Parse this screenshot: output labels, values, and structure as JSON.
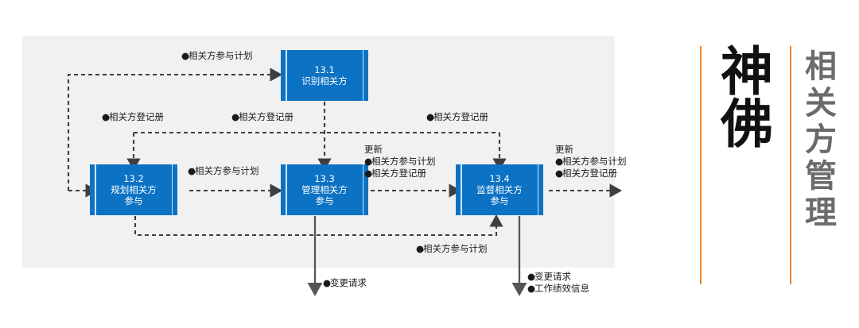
{
  "diagram": {
    "title_panel": {
      "brand": "神佛",
      "subject": "相关方管理",
      "accent_color": "#f0832a",
      "brand_color": "#111111",
      "subject_color": "#6b6b6b"
    },
    "background_color": "#f1f1f1",
    "process_color": "#0b72c4",
    "process_inner_line_color": "#cfe3f5",
    "connector_color": "#3f3f3f",
    "processes": [
      {
        "id": "13.1",
        "number": "13.1",
        "name": "识别相关方"
      },
      {
        "id": "13.2",
        "number": "13.2",
        "name": "规划相关方\n参与",
        "name_line1": "规划相关方",
        "name_line2": "参与"
      },
      {
        "id": "13.3",
        "number": "13.3",
        "name": "管理相关方\n参与",
        "name_line1": "管理相关方",
        "name_line2": "参与"
      },
      {
        "id": "13.4",
        "number": "13.4",
        "name": "监督相关方\n参与",
        "name_line1": "监督相关方",
        "name_line2": "参与"
      }
    ],
    "labels": {
      "top_plan": "相关方参与计划",
      "reg_left": "相关方登记册",
      "reg_mid": "相关方登记册",
      "reg_right": "相关方登记册",
      "plan_mid": "相关方参与计划",
      "update_mid_heading": "更新",
      "update_mid_item1": "相关方参与计划",
      "update_mid_item2": "相关方登记册",
      "update_right_heading": "更新",
      "update_right_item1": "相关方参与计划",
      "update_right_item2": "相关方登记册",
      "plan_bottom": "相关方参与计划",
      "change_req_left": "变更请求",
      "change_req_right": "变更请求",
      "work_perf_right": "工作绩效信息"
    },
    "bullet": "●"
  }
}
